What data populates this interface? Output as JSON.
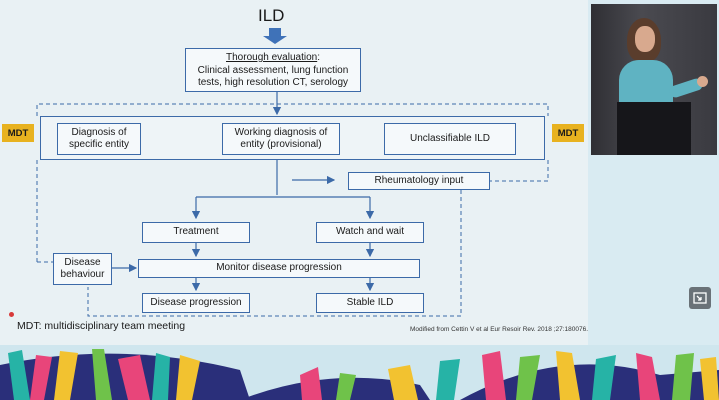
{
  "diagram": {
    "top_label": "ILD",
    "evaluation": {
      "title": "Thorough evaluation",
      "title_suffix": ":",
      "line1": "Clinical assessment, lung function",
      "line2": "tests,  high resolution CT, serology"
    },
    "mdt_left": "MDT",
    "mdt_right": "MDT",
    "diagnosis_specific_line1": "Diagnosis of",
    "diagnosis_specific_line2": "specific entity",
    "working_diagnosis_line1": "Working diagnosis of",
    "working_diagnosis_line2": "entity (provisional)",
    "unclassifiable": "Unclassifiable ILD",
    "rheumatology": "Rheumatology input",
    "treatment": "Treatment",
    "watch_wait": "Watch and wait",
    "monitor": "Monitor disease progression",
    "disease_behaviour_line1": "Disease",
    "disease_behaviour_line2": "behaviour",
    "disease_progression": "Disease progression",
    "stable_ild": "Stable ILD"
  },
  "footnote": "MDT: multidisciplinary team meeting",
  "citation": "Modified from Cettin V et al Eur Resoir Rev. 2018 ;27:180076.",
  "colors": {
    "box_border": "#3c6aa8",
    "mdt": "#e8b21f",
    "arrow": "#3c6aa8"
  },
  "icons": {
    "player_control": "picture-in-picture-icon",
    "pointer": "laser-pointer-dot-icon"
  }
}
